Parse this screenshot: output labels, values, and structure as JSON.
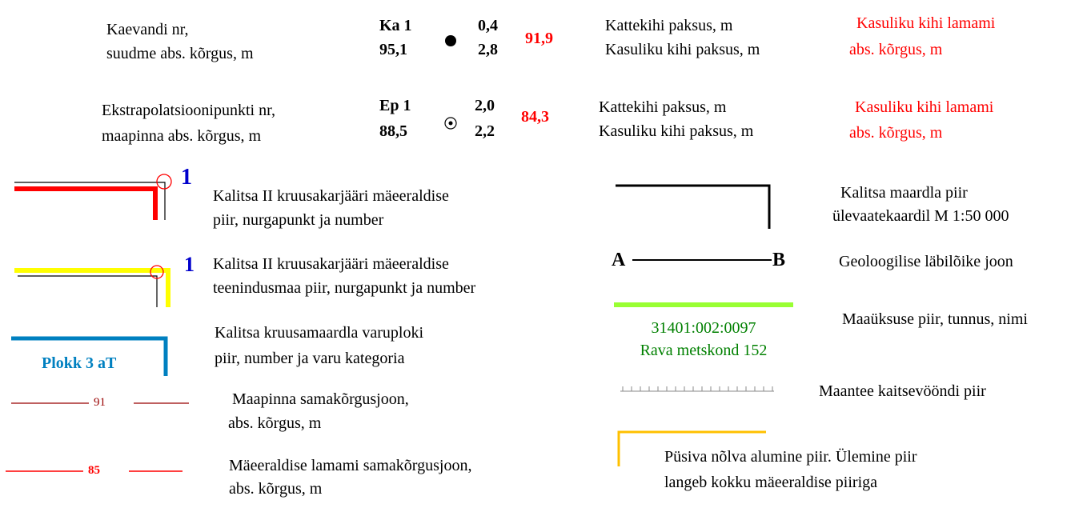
{
  "excavation": {
    "label_1": "Kaevandi  nr,",
    "label_2": "suudme abs. kõrgus, m",
    "id": "Ka 1",
    "elevation": "95,1",
    "top_value": "0,4",
    "bottom_value": "2,8",
    "base_value": "91,9",
    "desc_1": "Kattekihi paksus, m",
    "desc_2": "Kasuliku kihi paksus, m",
    "base_1": "Kasuliku kihi  lamami",
    "base_2": "abs. kõrgus, m"
  },
  "extrapolation": {
    "label_1": "Ekstrapolatsioonipunkti nr,",
    "label_2": "maapinna abs. kõrgus, m",
    "id": "Ep 1",
    "elevation": "88,5",
    "top_value": "2,0",
    "bottom_value": "2,2",
    "base_value": "84,3",
    "desc_1": "Kattekihi paksus, m",
    "desc_2": "Kasuliku kihi paksus, m",
    "base_1": "Kasuliku kihi  lamami",
    "base_2": "abs. kõrgus, m"
  },
  "legend_left": {
    "boundary_number": "1",
    "boundary_1": "Kalitsa II kruusakarjääri mäeeraldise",
    "boundary_2": "piir, nurgapunkt ja number",
    "service_number": "1",
    "service_1": "Kalitsa II kruusakarjääri mäeeraldise",
    "service_2": "teenindusmaa piir, nurgapunkt ja number",
    "block_label": "Plokk 3 aT",
    "block_1": "Kalitsa kruusamaardla varuploki",
    "block_2": "piir, number ja varu kategoria",
    "contour_value": "91",
    "contour_1": "Maapinna samakõrgusjoon,",
    "contour_2": "abs. kõrgus, m",
    "base_contour_value": "85",
    "base_contour_1": "Mäeeraldise lamami samakõrgusjoon,",
    "base_contour_2": "abs. kõrgus, m"
  },
  "legend_right": {
    "deposit_1": "Kalitsa maardla piir",
    "deposit_2": "ülevaatekaardil M 1:50 000",
    "section_a": "A",
    "section_b": "B",
    "section_label": "Geoloogilise läbilõike joon",
    "parcel_code": "31401:002:0097",
    "parcel_name": "Rava metskond 152",
    "parcel_label": "Maaüksuse piir, tunnus, nimi",
    "road_label": "Maantee kaitsevööndi piir",
    "slope_1": "Püsiva nõlva alumine piir. Ülemine piir",
    "slope_2": "langeb kokku mäeeraldise piiriga"
  },
  "colors": {
    "red": "#ff0000",
    "blue": "#0000cc",
    "yellow": "#ffff00",
    "block_blue": "#0080c0",
    "contour_dark_red": "#990000",
    "parcel_green": "#99ff33",
    "parcel_text_green": "#008000",
    "slope_orange": "#ffc000"
  }
}
